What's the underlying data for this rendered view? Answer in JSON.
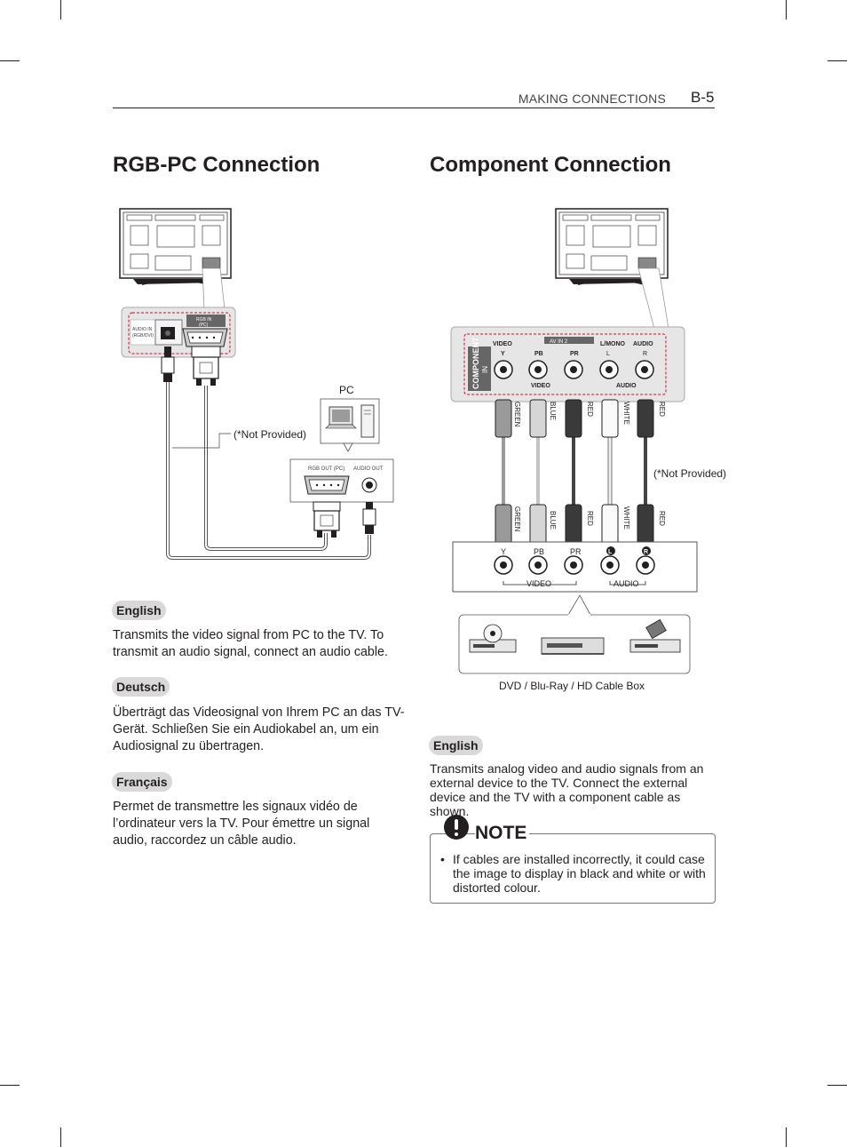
{
  "header": {
    "section": "MAKING CONNECTIONS",
    "page": "B-5"
  },
  "rgb": {
    "title": "RGB-PC Connection",
    "tv_port_rgb": "RGB IN",
    "tv_port_rgb2": "(PC)",
    "tv_port_audio": "AUDIO IN",
    "tv_port_audio2": "(RGB/DVI)",
    "pc_label": "PC",
    "not_provided": "(*Not Provided)",
    "pc_port_rgb": "RGB OUT (PC)",
    "pc_port_audio": "AUDIO OUT",
    "english_label": "English",
    "english_text": "Transmits the video signal from PC to the TV. To transmit an audio signal, connect an audio cable.",
    "deutsch_label": "Deutsch",
    "deutsch_text": "Überträgt das Videosignal von Ihrem PC an das TV-Gerät. Schließen Sie ein Audiokabel an, um ein Audiosignal zu übertragen.",
    "francais_label": "Français",
    "francais_text": "Permet de transmettre les signaux vidéo de l’ordinateur vers la TV. Pour émettre un signal audio, raccordez un câble audio."
  },
  "component": {
    "title": "Component Connection",
    "panel_video": "VIDEO",
    "panel_avin": "AV IN 2",
    "panel_lmono": "L/MONO",
    "panel_audio": "AUDIO",
    "panel_component": "COMPONENT",
    "panel_in": "IN",
    "panel_ports": [
      "Y",
      "PB",
      "PR",
      "L",
      "R"
    ],
    "panel_video_bottom": "VIDEO",
    "panel_audio_bottom": "AUDIO",
    "cable_colors": [
      "GREEN",
      "BLUE",
      "RED",
      "WHITE",
      "RED"
    ],
    "not_provided": "(*Not Provided)",
    "device_ports": [
      "Y",
      "PB",
      "PR",
      "L",
      "R"
    ],
    "device_video": "VIDEO",
    "device_audio": "AUDIO",
    "device_caption": "DVD / Blu-Ray / HD Cable Box",
    "english_label": "English",
    "english_text": "Transmits analog video and audio signals from an external device to the TV. Connect the external device and the TV with a component cable as shown."
  },
  "note": {
    "title": "NOTE",
    "text": "If cables are installed incorrectly, it could case the image to display in black and white or with distorted colour."
  },
  "colors": {
    "text": "#231f20",
    "badge": "#d9d9d9",
    "dashed_red": "#c8102e"
  }
}
